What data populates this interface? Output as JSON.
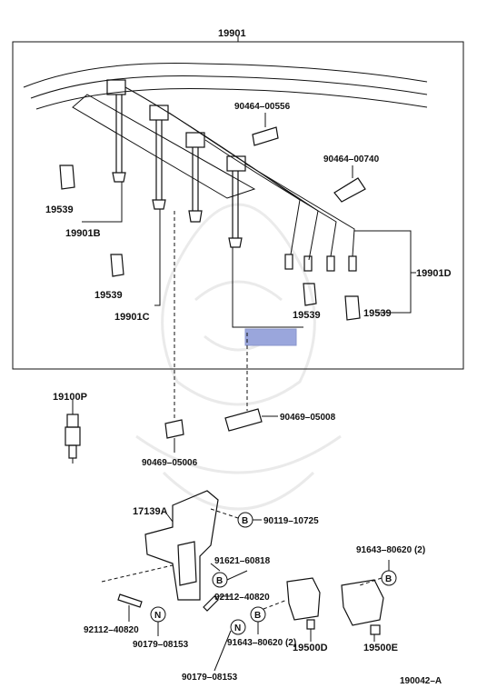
{
  "diagram_id": "190042–A",
  "watermark": "samurai-helmet-watermark",
  "highlight_color": "#9aa6dc",
  "labels": {
    "top_assembly": "19901",
    "cord_b": "19901B",
    "cord_c": "19901C",
    "cord_d": "19901D",
    "boot_1": "19539",
    "boot_2": "19539",
    "boot_3": "19539",
    "boot_4": "19539",
    "clamp_556": "90464–00556",
    "clamp_740": "90464–00740",
    "spark_plug": "19100P",
    "clamp_05006": "90469–05006",
    "clamp_05008": "90469–05008",
    "bracket": "17139A",
    "bolt_10725": "90119–10725",
    "bolt_60818": "91621–60818",
    "stud_right": "92112–40820",
    "stud_left": "92112–40820",
    "nut_left": "90179–08153",
    "nut_bottom": "90179–08153",
    "bolt_80620_mid": "91643–80620 (2)",
    "bolt_80620_right": "91643–80620 (2)",
    "coil_d": "19500D",
    "coil_e": "19500E"
  },
  "symbols": {
    "b": "B",
    "n": "N"
  }
}
